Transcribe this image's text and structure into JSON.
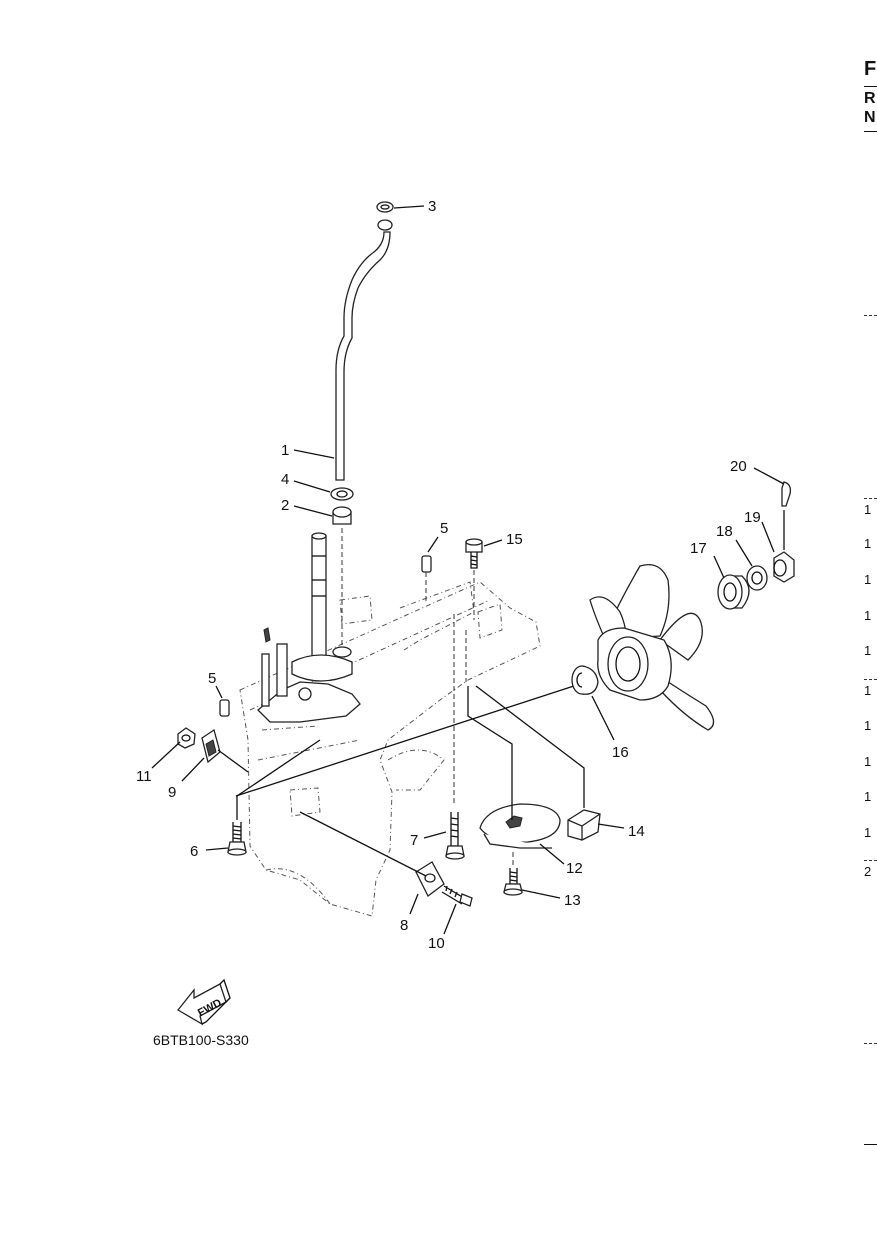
{
  "diagram": {
    "code": "6BTB100-S330",
    "fwd_label": "FWD",
    "callouts": [
      "1",
      "2",
      "3",
      "4",
      "5",
      "5",
      "6",
      "7",
      "8",
      "9",
      "10",
      "11",
      "12",
      "13",
      "14",
      "15",
      "16",
      "17",
      "18",
      "19",
      "20"
    ]
  },
  "edge": {
    "letters": [
      "F",
      "R",
      "N"
    ],
    "ticks": [
      "1",
      "1",
      "1",
      "1",
      "1",
      "1",
      "1",
      "1",
      "1",
      "1",
      "2"
    ]
  }
}
